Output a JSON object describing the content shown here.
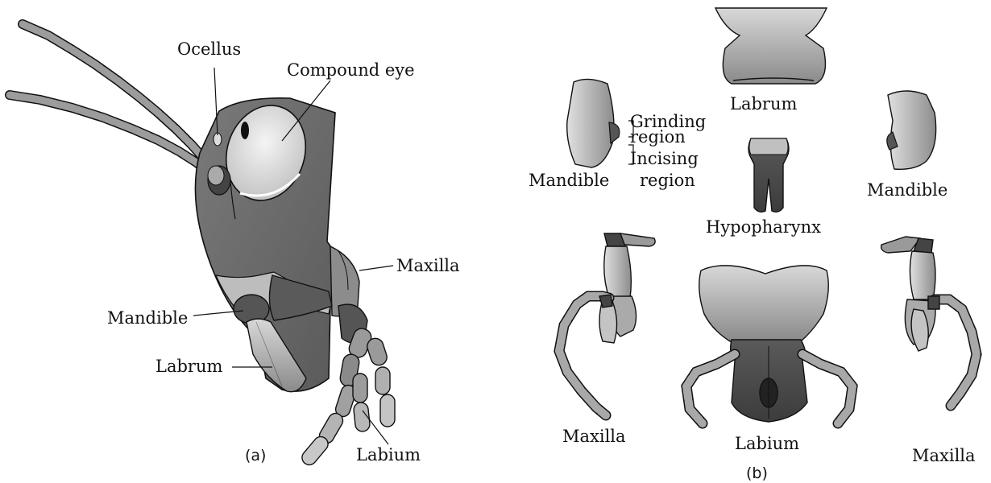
{
  "panel_a": {
    "caption": "(a)",
    "labels": {
      "ocellus": "Ocellus",
      "compound_eye": "Compound  eye",
      "maxilla": "Maxilla",
      "mandible": "Mandible",
      "labrum": "Labrum",
      "labium": "Labium"
    }
  },
  "panel_b": {
    "caption": "(b)",
    "labels": {
      "labrum": "Labrum",
      "grinding_1": "Grinding",
      "grinding_2": "region",
      "incising_1": "Incising",
      "incising_2": "region",
      "mandible_left": "Mandible",
      "mandible_right": "Mandible",
      "hypopharynx": "Hypopharynx",
      "maxilla_left": "Maxilla",
      "maxilla_right": "Maxilla",
      "labium": "Labium"
    }
  },
  "colors": {
    "head_dark": "#6e6e6e",
    "part_mid": "#9a9a9a",
    "part_light": "#c8c8c8",
    "eye": "#e6e6e6",
    "outline": "#111111"
  }
}
